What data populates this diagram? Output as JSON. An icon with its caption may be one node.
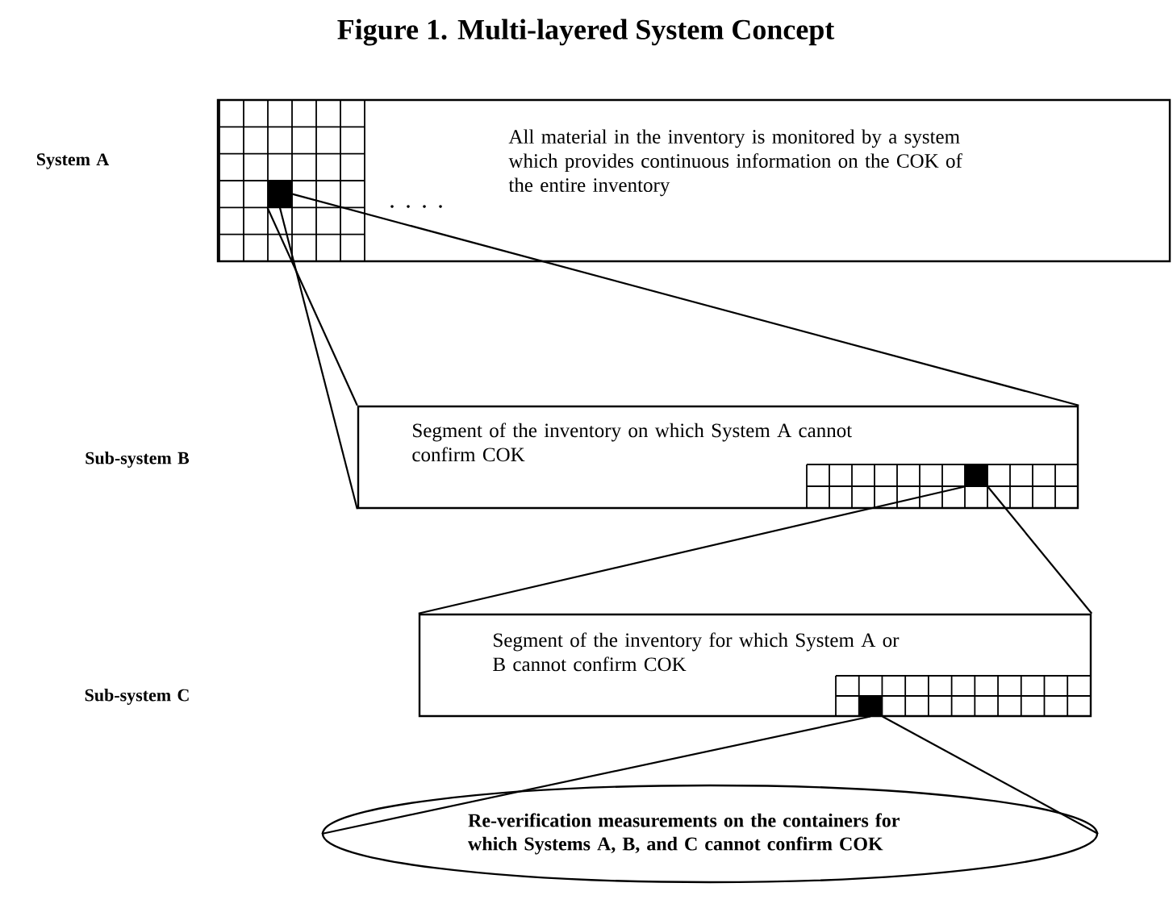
{
  "diagram": {
    "title": "Figure 1. Multi-layered System Concept",
    "nodes": [
      {
        "text": [
          "All material in the inventory is monitored by a system which provides continuous information on the COK of the entire inventory"
        ]
      },
      {
        "text": [],
        "shape": "box",
        "in": 0
      },
      {
        "text": [
          "Segment of the inventory on which System A cannot confirm COK"
        ]
      },
      {
        "text": [],
        "shape": "box",
        "in": 2
      },
      {
        "text": [
          "Segment of the inventory for which System A or B cannot confirm COK"
        ]
      },
      {
        "text": [],
        "shape": "box",
        "in": 4
      },
      {
        "text": [
          "Re-verification measurements on the containers for which Systems A, B, and C cannot confirm COK"
        ]
      }
    ],
    "edges": [
      {
        "from": 1,
        "to": 2,
        "arrow": "none"
      },
      {
        "from": 1,
        "to": 2,
        "arrow": "none"
      },
      {
        "from": 1,
        "to": 2,
        "arrow": "none"
      },
      {
        "from": 3,
        "to": 4,
        "arrow": "none"
      },
      {
        "from": 3,
        "to": 4,
        "arrow": "none"
      },
      {
        "from": 5,
        "to": 6,
        "arrow": "none"
      },
      {
        "from": 5,
        "to": 6,
        "arrow": "none"
      }
    ],
    "labels": [
      "System A",
      "Sub-system B",
      "Sub-system C"
    ]
  }
}
